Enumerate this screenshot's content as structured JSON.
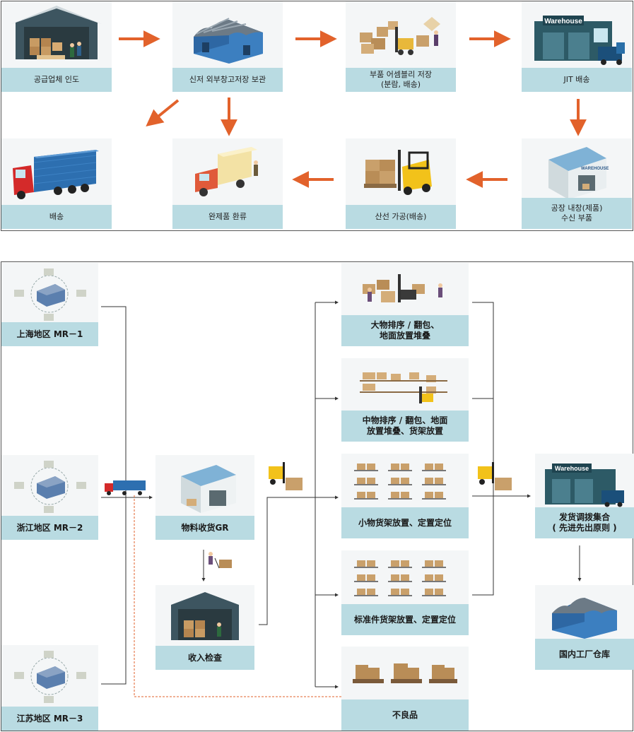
{
  "top_flow": {
    "steps": [
      {
        "label": "공급업체 인도",
        "icon": "open-warehouse-icon"
      },
      {
        "label": "신저 외부창고저장 보관",
        "icon": "blue-warehouse-icon"
      },
      {
        "label": "부품 어셈블리 저장\n(분람, 배송)",
        "icon": "boxes-forklift-icon"
      },
      {
        "label": "JIT 배송",
        "icon": "warehouse-truck-icon"
      },
      {
        "label": "공장 내창(제품)\n수신 부품",
        "icon": "factory-warehouse-icon"
      },
      {
        "label": "산선 가공(배송)",
        "icon": "forklift-pallet-icon"
      },
      {
        "label": "완제품 환류",
        "icon": "box-truck-icon"
      },
      {
        "label": "배송",
        "icon": "semi-truck-icon"
      }
    ],
    "warehouse_sign": "Warehouse",
    "factory_sign": "WAREHOUSE"
  },
  "bottom_flow": {
    "regions": [
      {
        "label": "上海地区 MR－1"
      },
      {
        "label": "浙江地区 MR－2"
      },
      {
        "label": "江苏地区 MR－3"
      }
    ],
    "receive": {
      "label": "物料收货GR"
    },
    "inspect": {
      "label": "收入检查"
    },
    "storage": [
      {
        "label": "大物排序 / 翻包、\n地面放置堆叠"
      },
      {
        "label": "中物排序 / 翻包、地面\n放置堆叠、货架放置"
      },
      {
        "label": "小物货架放置、定置定位"
      },
      {
        "label": "标准件货架放置、定置定位"
      },
      {
        "label": "不良品"
      }
    ],
    "ship": {
      "label": "发货调拨集合\n( 先进先出原则 )"
    },
    "domestic": {
      "label": "国内工厂仓库"
    },
    "warehouse_sign": "Warehouse"
  },
  "colors": {
    "arrow_orange": "#e2622b",
    "caption_bg": "#b9dbe2",
    "card_bg": "#f4f6f7",
    "line": "#333333"
  }
}
